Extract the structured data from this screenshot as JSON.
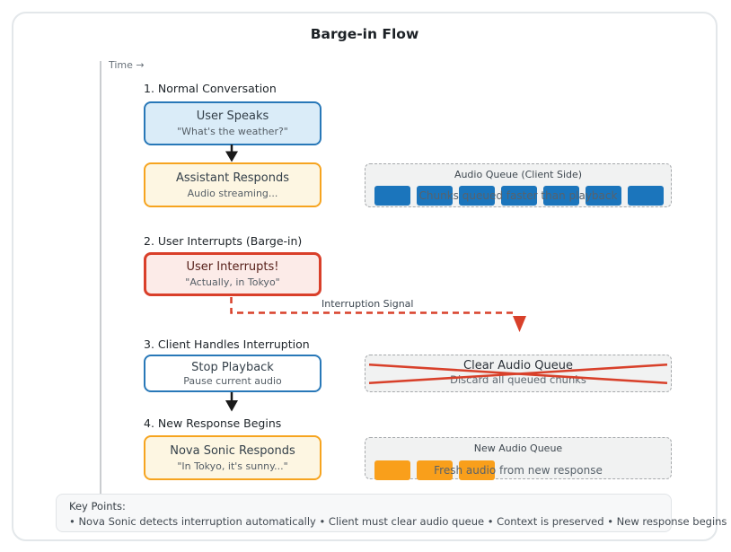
{
  "title": "Barge-in Flow",
  "timeline": {
    "label": "Time →"
  },
  "sections": {
    "s1": {
      "heading": "1. Normal Conversation"
    },
    "s2": {
      "heading": "2. User Interrupts (Barge-in)"
    },
    "s3": {
      "heading": "3. Client Handles Interruption"
    },
    "s4": {
      "heading": "4. New Response Begins"
    }
  },
  "boxes": {
    "user_speaks": {
      "title": "User Speaks",
      "subtitle": "\"What's the weather?\""
    },
    "assistant_responds": {
      "title": "Assistant Responds",
      "subtitle": "Audio streaming..."
    },
    "user_interrupts": {
      "title": "User Interrupts!",
      "subtitle": "\"Actually, in Tokyo\""
    },
    "stop_playback": {
      "title": "Stop Playback",
      "subtitle": "Pause current audio"
    },
    "nova_sonic": {
      "title": "Nova Sonic Responds",
      "subtitle": "\"In Tokyo, it's sunny...\""
    }
  },
  "connector": {
    "label": "Interruption Signal",
    "color": "#d8402a"
  },
  "queues": {
    "audio_queue": {
      "title": "Audio Queue (Client Side)",
      "note": "Chunks queued faster than playback",
      "chunk_count": 7,
      "chunk_color": "#1b75bc"
    },
    "clear_queue": {
      "title": "Clear Audio Queue",
      "note": "Discard all queued chunks",
      "crossed_out": true
    },
    "new_queue": {
      "title": "New Audio Queue",
      "note": "Fresh audio from new response",
      "chunk_count": 3,
      "chunk_color": "#f99f1b"
    }
  },
  "key_points": {
    "label": "Key Points:",
    "text": "• Nova Sonic detects interruption automatically • Client must clear audio queue • Context is preserved • New response begins immediately"
  },
  "colors": {
    "blue_border": "#2878b8",
    "blue_fill": "#daecf8",
    "orange_border": "#f6a41f",
    "yellow_fill": "#fdf6e2",
    "red_border": "#d93f2a",
    "red_fill": "#fcebe8",
    "chunk_blue": "#1b75bc",
    "chunk_orange": "#f99f1b",
    "black_arrow": "#1a1a1a"
  }
}
